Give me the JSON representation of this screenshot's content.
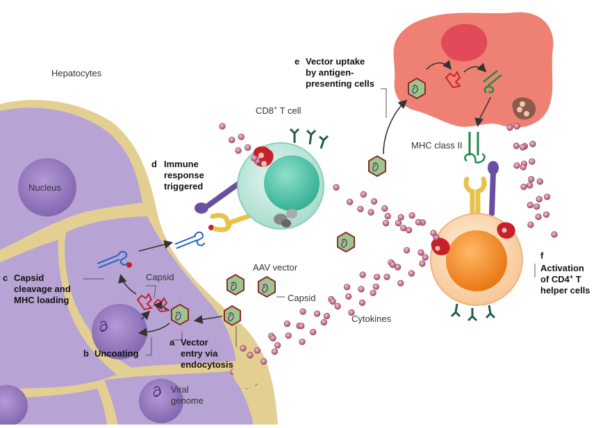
{
  "labels": {
    "hepatocytes": "Hepatocytes",
    "nucleus": "Nucleus",
    "cd8": "CD8",
    "cd8_sup": "+",
    "cd8_suffix": " T cell",
    "mhc2": "MHC class II",
    "aav_vector": "AAV vector",
    "capsid_right": "Capsid",
    "capsid_left": "Capsid",
    "cytokines": "Cytokines",
    "viral": "Viral",
    "genome": "genome"
  },
  "steps": {
    "a": {
      "letter": "a",
      "line1": "Vector",
      "line2": "entry via",
      "line3": "endocytosis"
    },
    "b": {
      "letter": "b",
      "line1": "Uncoating"
    },
    "c": {
      "letter": "c",
      "line1": "Capsid",
      "line2": "cleavage and",
      "line3": "MHC loading"
    },
    "d": {
      "letter": "d",
      "line1": "Immune",
      "line2": "response",
      "line3": "triggered"
    },
    "e": {
      "letter": "e",
      "line1": "Vector uptake",
      "line2": "by antigen-",
      "line3": "presenting cells"
    },
    "f": {
      "letter": "f",
      "line1": "Activation",
      "line2": "of CD4",
      "line2_sup": "+",
      "line2_suffix": " T",
      "line3": "helper cells"
    }
  },
  "colors": {
    "hepatocyte_fill": "#b8a6d6",
    "hepatocyte_border": "#e0c98a",
    "nucleus": "#8e72b8",
    "cd8_cell": "#bfe6db",
    "cd8_nucleus": "#3fbfa4",
    "apc_fill": "#ef7e72",
    "cd4_cell": "#fbd6b0",
    "cd4_nucleus": "#f08a1e",
    "capsid_fill": "#9bc28a",
    "capsid_border": "#8a2a2a",
    "cytokine": "#c0607c",
    "tcr_yellow": "#e8c24a",
    "mhc_purple": "#6a4fa0",
    "mhc_green": "#1e8a4a",
    "epitope_red": "#c8202a",
    "epitope_blue": "#2060c0"
  }
}
